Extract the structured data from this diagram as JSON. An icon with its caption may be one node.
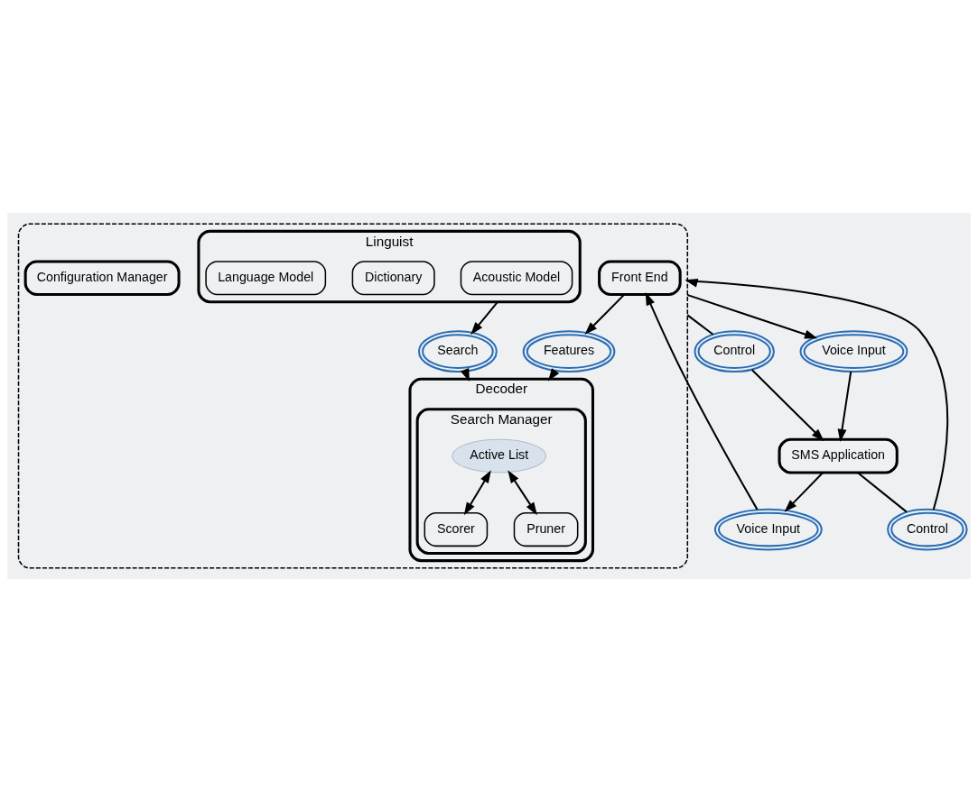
{
  "diagram": {
    "nodes": [
      {
        "text": [
          "SMS Application"
        ]
      },
      {
        "text": [
          "Voice Input"
        ]
      },
      {
        "text": [
          "Control"
        ]
      },
      {
        "text": [
          "Control"
        ]
      },
      {
        "text": [
          "Voice Input"
        ]
      },
      {
        "text": [],
        "shape": "box"
      },
      {
        "text": [
          "Front End"
        ],
        "in": 5
      },
      {
        "text": [
          "Decoder"
        ],
        "in": 5
      },
      {
        "text": [
          "Search Manager"
        ],
        "in": 7
      },
      {
        "text": [
          "Active List"
        ],
        "in": 8
      },
      {
        "text": [
          "Scorer"
        ],
        "in": 8
      },
      {
        "text": [
          "Pruner"
        ],
        "in": 8
      },
      {
        "text": [
          "Linguist"
        ],
        "in": 5
      },
      {
        "text": [
          "Acoustic Model"
        ],
        "in": 12
      },
      {
        "text": [
          "Dictionary"
        ],
        "in": 12
      },
      {
        "text": [
          "Language Model"
        ],
        "in": 12
      },
      {
        "text": [
          "Features"
        ],
        "in": 5
      },
      {
        "text": [
          "Search"
        ],
        "in": 5
      },
      {
        "text": [
          "Configuration Manager"
        ],
        "in": 5
      }
    ],
    "edges": [
      {
        "from": 0,
        "to": 1,
        "arrow": "to"
      },
      {
        "from": 0,
        "to": 2,
        "arrow": "none"
      },
      {
        "from": 2,
        "to": 5,
        "arrow": "to"
      },
      {
        "from": 3,
        "to": 0,
        "arrow": "to"
      },
      {
        "from": 5,
        "to": 3,
        "arrow": "none"
      },
      {
        "from": 4,
        "to": 0,
        "arrow": "to"
      },
      {
        "from": 5,
        "to": 4,
        "arrow": "to"
      },
      {
        "from": 1,
        "to": 6,
        "arrow": "to"
      },
      {
        "from": 9,
        "to": 10,
        "arrow": "both"
      },
      {
        "from": 9,
        "to": 11,
        "arrow": "both"
      },
      {
        "from": 6,
        "to": 16,
        "arrow": "to"
      },
      {
        "from": 16,
        "to": 7,
        "arrow": "to"
      },
      {
        "from": 17,
        "to": 7,
        "arrow": "to"
      },
      {
        "from": 12,
        "to": 17,
        "arrow": "to"
      }
    ]
  }
}
